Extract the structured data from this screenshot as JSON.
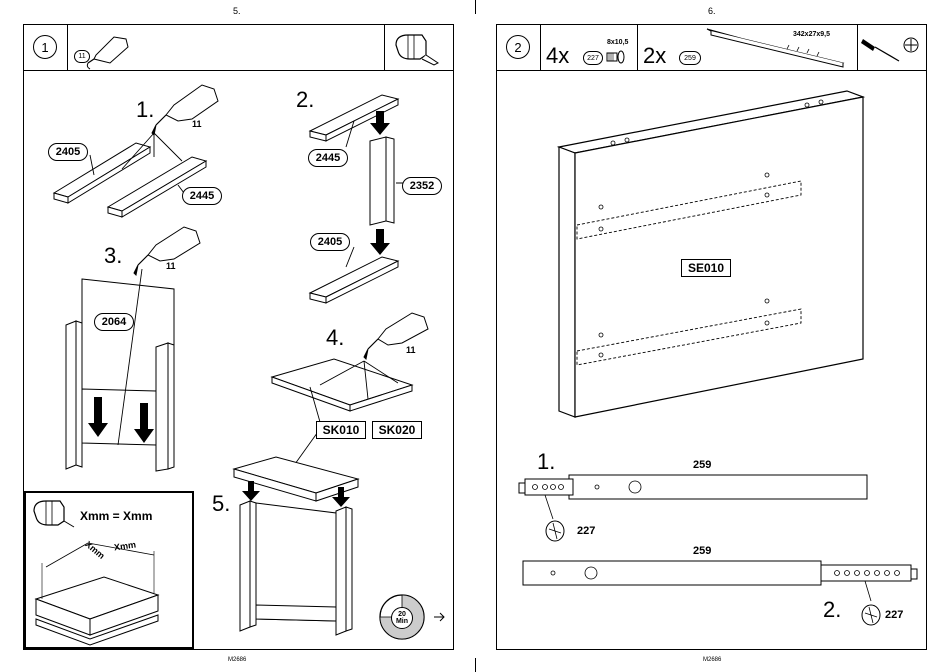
{
  "left_page": {
    "page_number": "5.",
    "footer": "M2686",
    "step_number": "1",
    "glue_ref": "11",
    "sub_steps": {
      "s1": {
        "label": "1.",
        "glue": "11",
        "parts": [
          "2405",
          "2445"
        ]
      },
      "s2": {
        "label": "2.",
        "parts": [
          "2445",
          "2352",
          "2405"
        ]
      },
      "s3": {
        "label": "3.",
        "glue": "11",
        "parts": [
          "2064"
        ]
      },
      "s4": {
        "label": "4.",
        "glue": "11",
        "parts": [
          "SK010",
          "SK020"
        ]
      },
      "s5": {
        "label": "5."
      }
    },
    "inset": {
      "formula": "Xmm = Xmm",
      "dim_a": "Xmm",
      "dim_b": "Xmm"
    },
    "timer": {
      "value": "20",
      "unit": "Min"
    }
  },
  "right_page": {
    "page_number": "6.",
    "footer": "M2686",
    "step_number": "2",
    "screw": {
      "qty": "4x",
      "part": "227",
      "size": "8x10,5"
    },
    "slide": {
      "qty": "2x",
      "part": "259",
      "size": "342x27x9,5"
    },
    "panel_label": "SE010",
    "slide_step1": {
      "label": "1.",
      "length": "259",
      "screw": "227"
    },
    "slide_step2": {
      "label": "2.",
      "length": "259",
      "screw": "227"
    }
  },
  "colors": {
    "line": "#000000",
    "paper": "#ffffff",
    "shade": "#e6e6e6"
  }
}
